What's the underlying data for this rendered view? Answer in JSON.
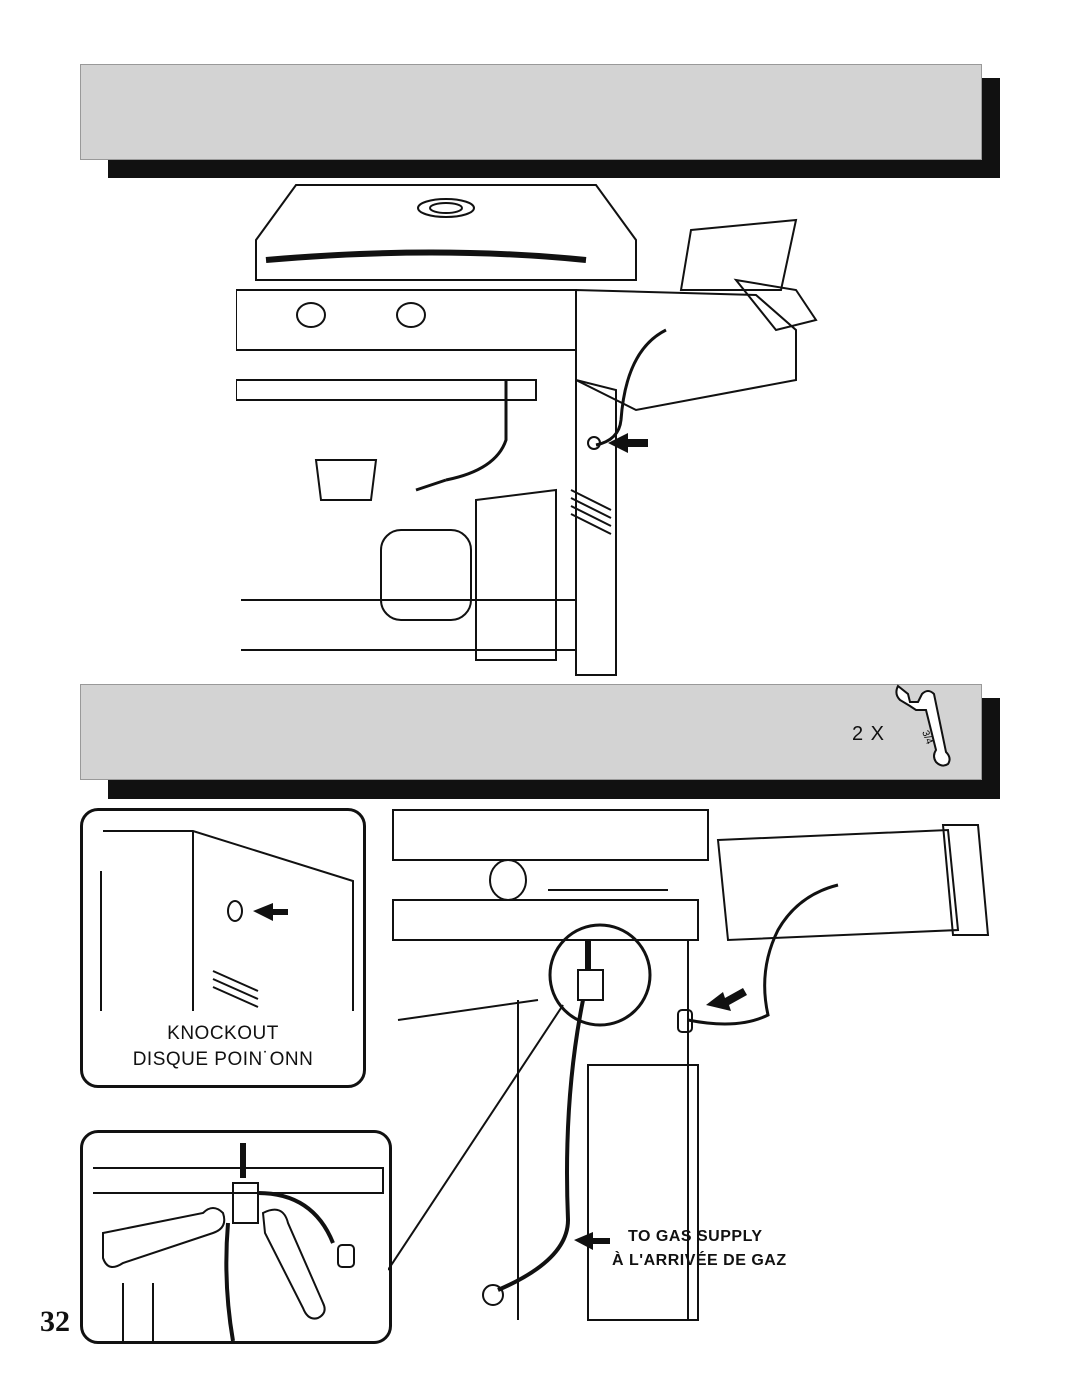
{
  "page": {
    "number": "32"
  },
  "step2": {
    "quantity_label": "2 X",
    "tool_icon": "wrench-icon",
    "wrench_size": "3/4"
  },
  "knockout_inset": {
    "label_en": "KNOCKOUT",
    "label_fr": "DISQUE POIN˙ONN"
  },
  "gas_supply": {
    "label_en": "TO GAS SUPPLY",
    "label_fr": "À L'ARRIVÉE DE GAZ"
  }
}
